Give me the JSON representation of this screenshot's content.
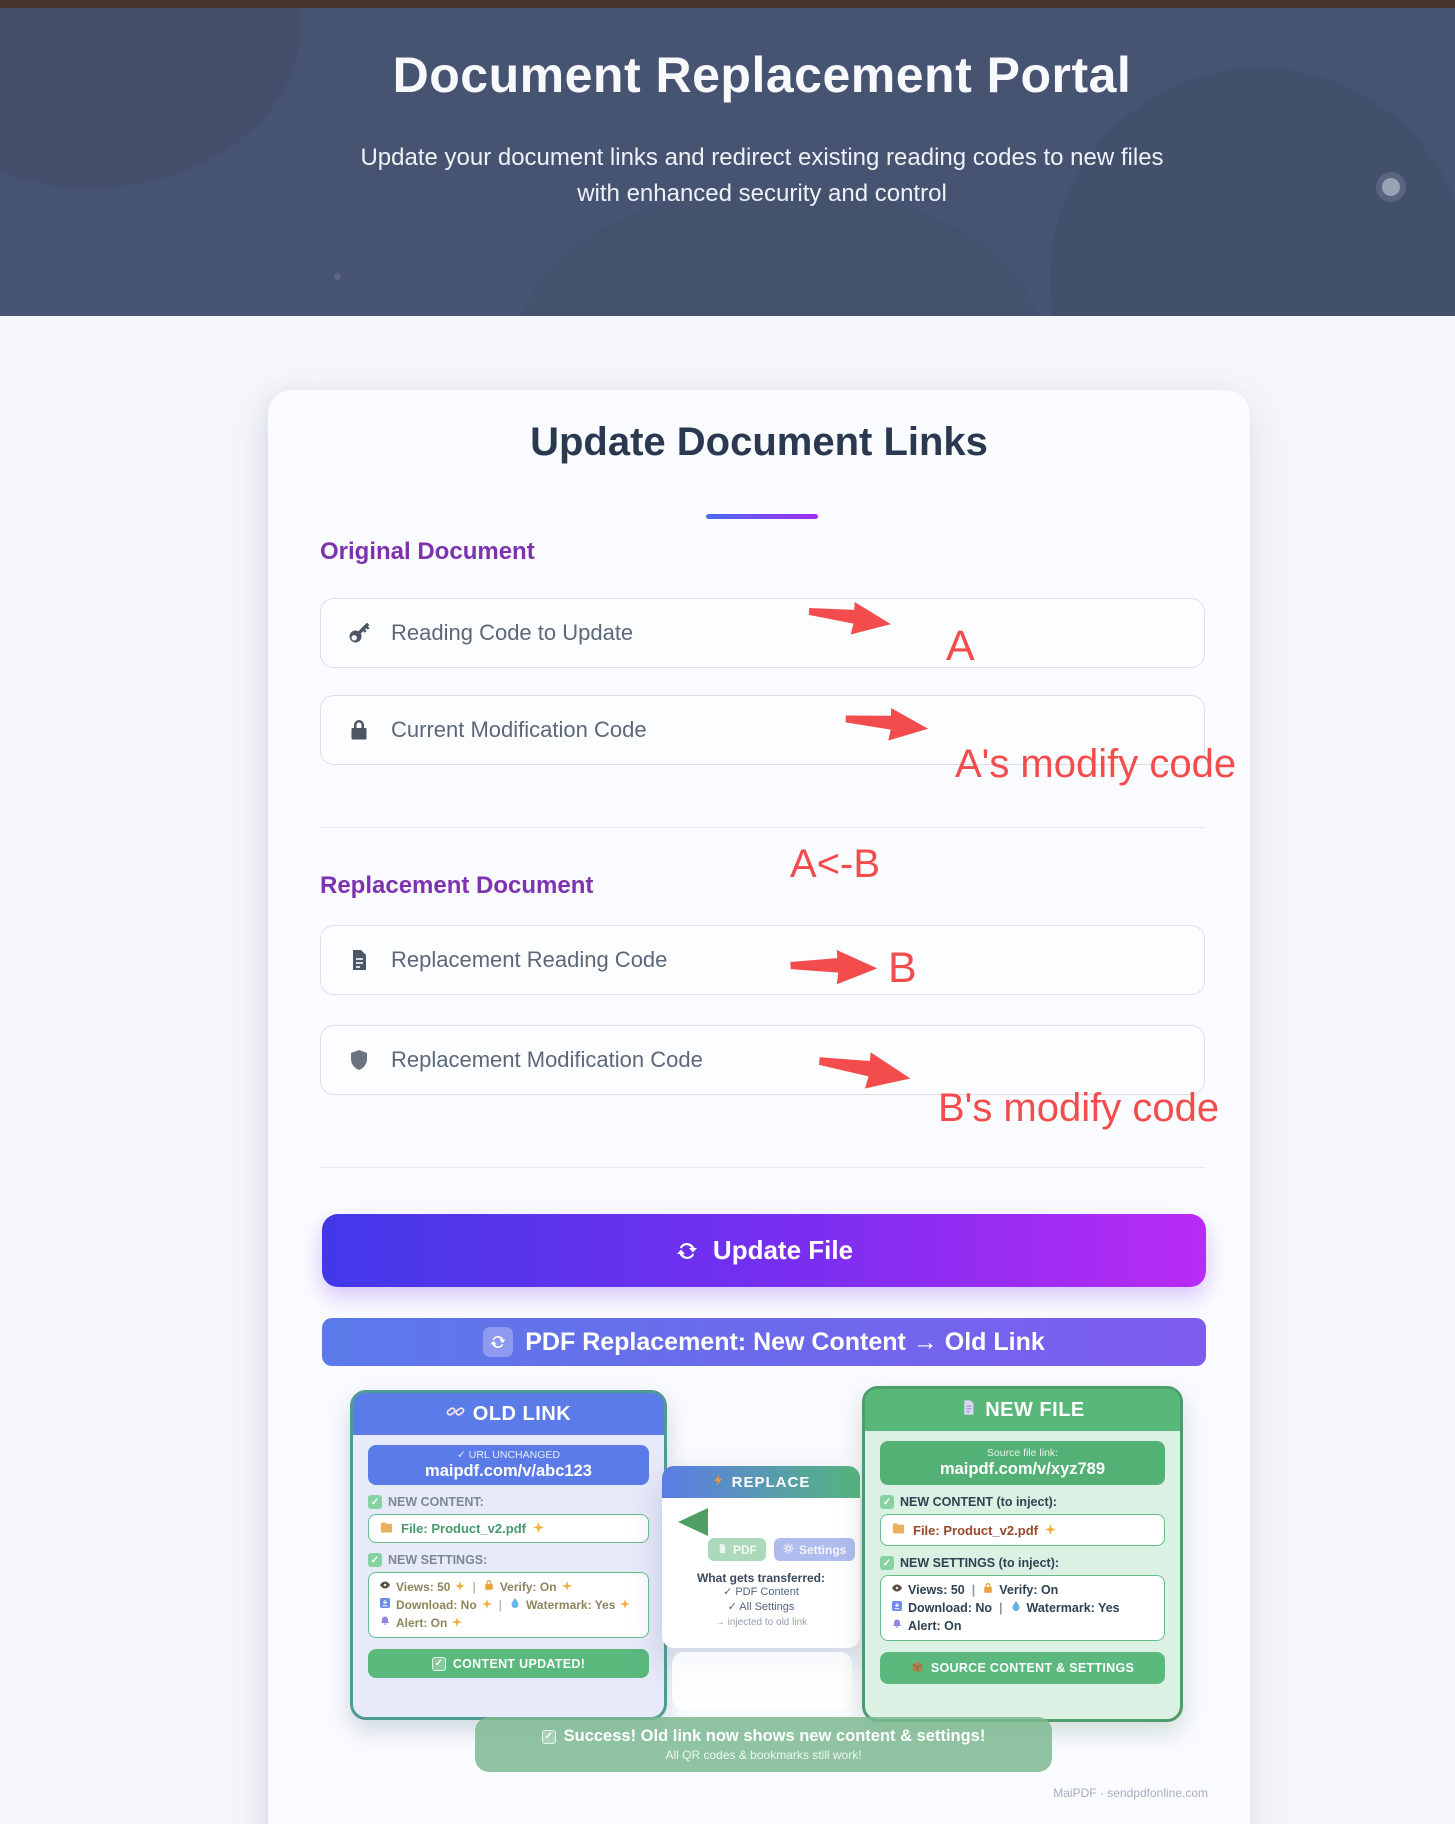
{
  "colors": {
    "header_bg": "#475471",
    "accent_blue": "#4238e9",
    "accent_purple": "#b92bf4",
    "section_purple": "#7e32b0",
    "annotation_red": "#f34c4c",
    "green": "#58b87a",
    "blue": "#5b7ce8"
  },
  "icons": {
    "check_glyph": "✓",
    "pipe_glyph": "|"
  },
  "header": {
    "title": "Document Replacement Portal",
    "subtitle_line1": "Update your document links and redirect existing reading codes to new files",
    "subtitle_line2": "with enhanced security and control"
  },
  "form": {
    "heading": "Update Document Links",
    "section1": {
      "title": "Original Document",
      "field1": {
        "placeholder": "Reading Code to Update"
      },
      "field2": {
        "placeholder": "Current Modification Code"
      }
    },
    "section2": {
      "title": "Replacement Document",
      "field1": {
        "placeholder": "Replacement Reading Code"
      },
      "field2": {
        "placeholder": "Replacement Modification Code"
      }
    },
    "submit": "Update File"
  },
  "annotations": {
    "a": "A",
    "a_modify": "A's modify code",
    "a_from_b": "A<-B",
    "b": "B",
    "b_modify": "B's modify code"
  },
  "diagram": {
    "banner": {
      "label": "PDF Replacement: New Content → Old Link"
    },
    "old_link": {
      "title": "OLD LINK",
      "url_status": "✓ URL UNCHANGED",
      "url": "maipdf.com/v/abc123",
      "content_label": "NEW CONTENT:",
      "file_line": "File: Product_v2.pdf",
      "settings_label": "NEW SETTINGS:",
      "rows": [
        {
          "a": "Views: 50",
          "b": "Verify: On"
        },
        {
          "a": "Download: No",
          "b": "Watermark: Yes"
        },
        {
          "a": "Alert: On"
        }
      ],
      "footer_button": "CONTENT UPDATED!"
    },
    "replace": {
      "title": "REPLACE",
      "pdf_pill": "PDF",
      "settings_pill": "Settings",
      "transfer_title": "What gets transferred:",
      "item1": "✓ PDF Content",
      "item2": "✓ All Settings",
      "item3": "→ injected to old link"
    },
    "new_file": {
      "title": "NEW FILE",
      "source_label": "Source file link:",
      "url": "maipdf.com/v/xyz789",
      "content_label": "NEW CONTENT (to inject):",
      "file_line": "File: Product_v2.pdf",
      "settings_label": "NEW SETTINGS (to inject):",
      "rows": [
        {
          "a": "Views: 50",
          "b": "Verify: On"
        },
        {
          "a": "Download: No",
          "b": "Watermark: Yes"
        },
        {
          "a": "Alert: On"
        }
      ],
      "footer_button": "SOURCE CONTENT & SETTINGS"
    },
    "success": {
      "line1": "Success! Old link now shows new content & settings!",
      "line2": "All QR codes & bookmarks still work!"
    }
  },
  "footer": {
    "credit": "MaiPDF · sendpdfonline.com"
  }
}
